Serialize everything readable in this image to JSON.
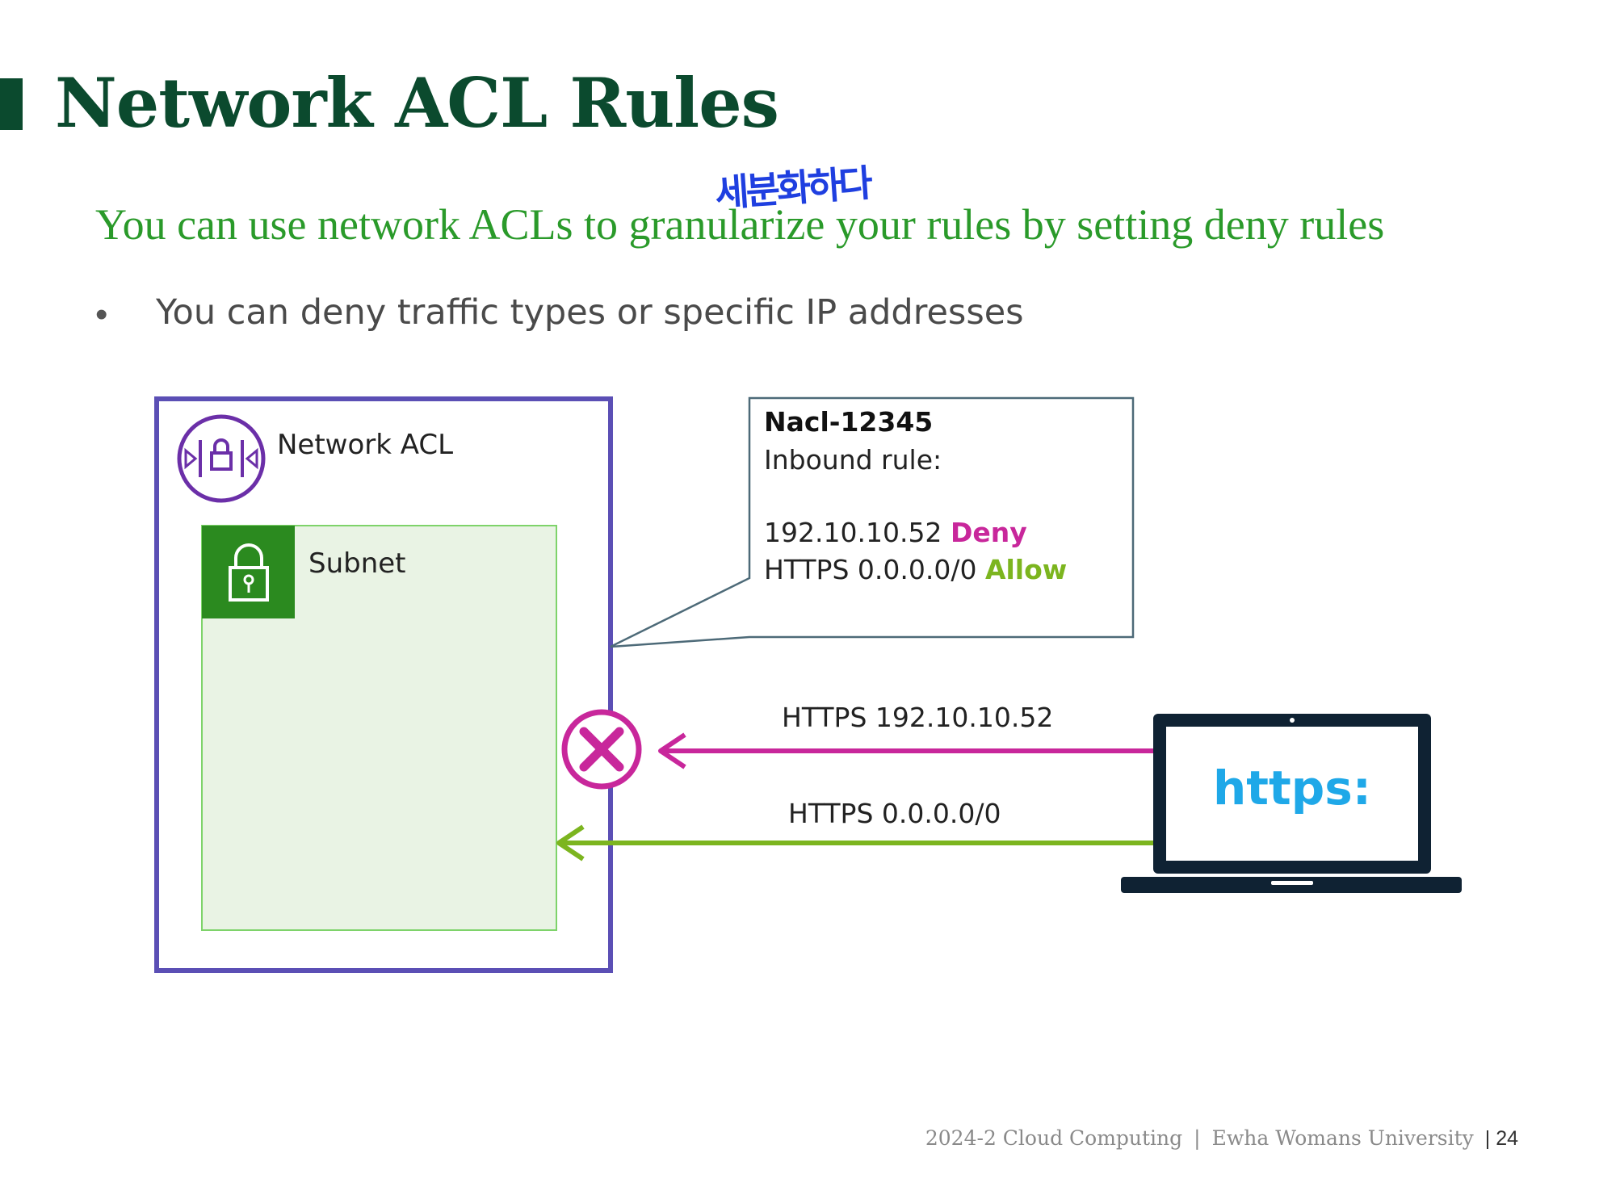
{
  "title": "Network ACL Rules",
  "subtitle": "You can use network ACLs to granularize your rules by setting deny rules",
  "handwritten_note": "세분화하다",
  "bullet": {
    "symbol": "•",
    "text": "You can deny traffic types or specific IP addresses"
  },
  "diagram": {
    "nacl_label": "Network ACL",
    "subnet_label": "Subnet",
    "callout": {
      "name": "Nacl-12345",
      "heading": "Inbound rule:",
      "rule1_ip": "192.10.10.52",
      "rule1_action": "Deny",
      "rule2_proto": "HTTPS 0.0.0.0/0",
      "rule2_action": "Allow"
    },
    "arrow_denied_label": "HTTPS 192.10.10.52",
    "arrow_allowed_label": "HTTPS 0.0.0.0/0",
    "laptop_screen_text": "https:",
    "colors": {
      "nacl_border": "#5b4fb5",
      "subnet_fill": "#e9f3e4",
      "subnet_header": "#2b8a1f",
      "deny": "#c8279b",
      "allow": "#7cb51f",
      "https_text": "#1fa8e8",
      "laptop": "#0f2233"
    }
  },
  "footer": {
    "course": "2024-2 Cloud Computing",
    "separator": "|",
    "university": "Ewha Womans University",
    "page": "24"
  }
}
